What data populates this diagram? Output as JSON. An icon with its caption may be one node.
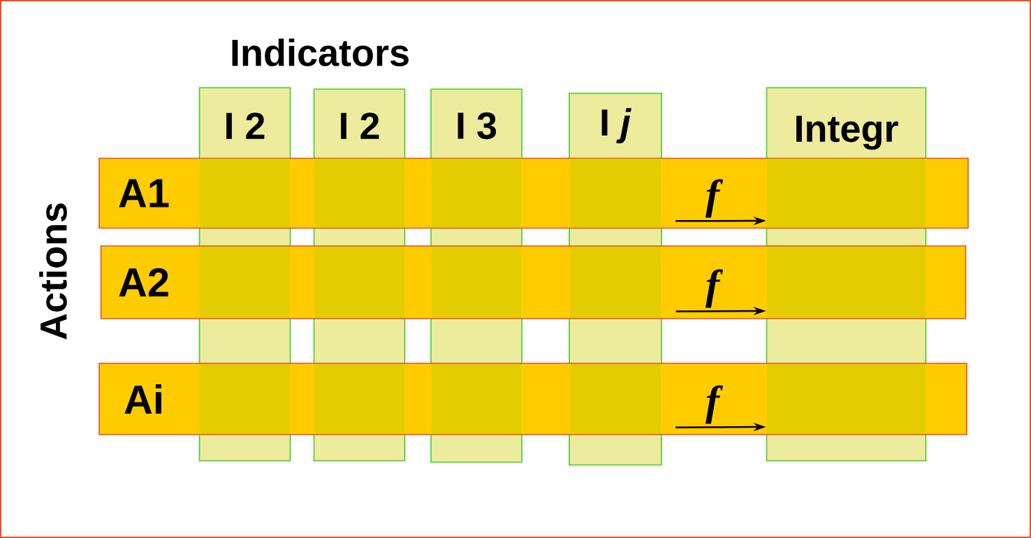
{
  "diagram": {
    "nodes": [
      {
        "text": [
          "A1"
        ]
      },
      {
        "text": [
          "A2"
        ]
      },
      {
        "text": [
          "Ai"
        ]
      },
      {
        "text": [
          "I 2"
        ]
      },
      {
        "text": [
          "I 2"
        ]
      },
      {
        "text": [
          "I 3"
        ]
      },
      {
        "text": [
          "I *j*"
        ]
      },
      {
        "text": [
          "Integr"
        ]
      }
    ],
    "edges": [
      {
        "from": 0,
        "to": 7,
        "arrow": "to",
        "label": "f"
      },
      {
        "from": 1,
        "to": 7,
        "arrow": "to",
        "label": "f"
      },
      {
        "from": 2,
        "to": 7,
        "arrow": "to",
        "label": "f"
      }
    ],
    "labels": [
      "Indicators",
      "Actions"
    ]
  }
}
